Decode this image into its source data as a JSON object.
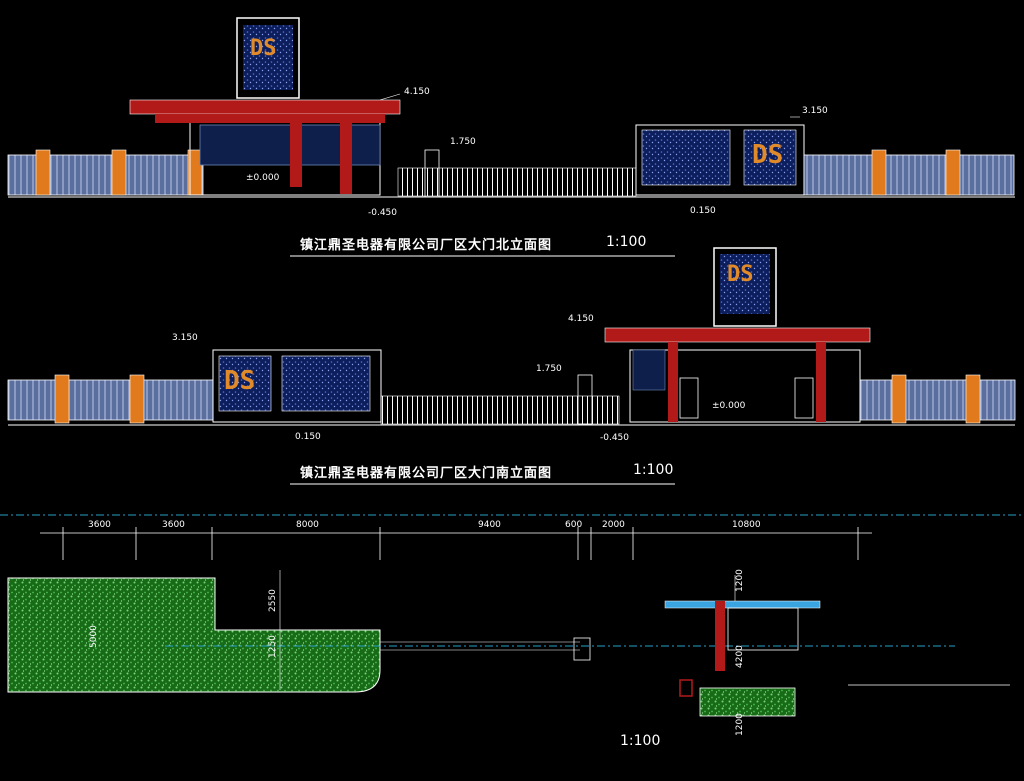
{
  "drawings": {
    "north": {
      "title": "镇江鼎圣电器有限公司厂区大门北立面图",
      "scale": "1:100",
      "levels": [
        "4.150",
        "3.150",
        "1.750",
        "±0.000",
        "-0.450",
        "0.150"
      ],
      "logo_text": "DS"
    },
    "south": {
      "title": "镇江鼎圣电器有限公司厂区大门南立面图",
      "scale": "1:100",
      "levels": [
        "3.150",
        "4.150",
        "1.750",
        "±0.000",
        "0.150",
        "-0.450"
      ],
      "logo_text": "DS"
    },
    "plan": {
      "scale": "1:100",
      "dims_horizontal": [
        "3600",
        "3600",
        "8000",
        "9400",
        "600",
        "2000",
        "10800"
      ],
      "dims_vertical": [
        "2550",
        "5000",
        "1250",
        "1200",
        "4200",
        "1200"
      ]
    }
  },
  "colors": {
    "background": "#000000",
    "line": "#ffffff",
    "canopy": "#b21a1a",
    "pillar": "#e07a1c",
    "fence_panel": "#6f87b8",
    "board": "#1a2e6e",
    "lawn": "#2a8a2a",
    "axis": "#29a0c8",
    "roof_plan": "#3aa4e0"
  }
}
